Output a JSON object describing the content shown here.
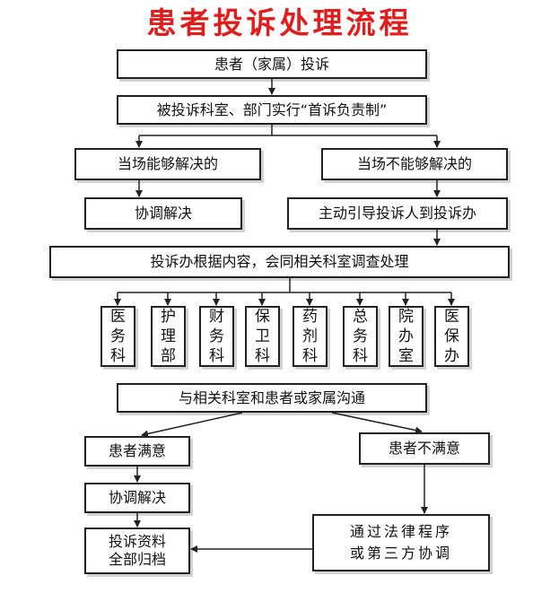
{
  "title": "患者投诉处理流程",
  "nodes": {
    "complaint": "患者（家属）投诉",
    "responsibility": "被投诉科室、部门实行“首诉负责制”",
    "can_resolve": "当场能够解决的",
    "cannot_resolve": "当场不能够解决的",
    "coordinate_1": "协调解决",
    "guide": "主动引导投诉人到投诉办",
    "investigate": "投诉办根据内容，会同相关科室调查处理",
    "departments": [
      "医务科",
      "护理部",
      "财务科",
      "保卫科",
      "药剂科",
      "总务科",
      "院办室",
      "医保办"
    ],
    "communicate": "与相关科室和患者或家属沟通",
    "satisfied": "患者满意",
    "unsatisfied": "患者不满意",
    "coordinate_2": "协调解决",
    "archive": "投诉资料\n全部归档",
    "legal": "通过法律程序\n或第三方协调"
  },
  "colors": {
    "title": "#e01e1e",
    "line": "#222222",
    "shadow": "#d2d2d2"
  }
}
